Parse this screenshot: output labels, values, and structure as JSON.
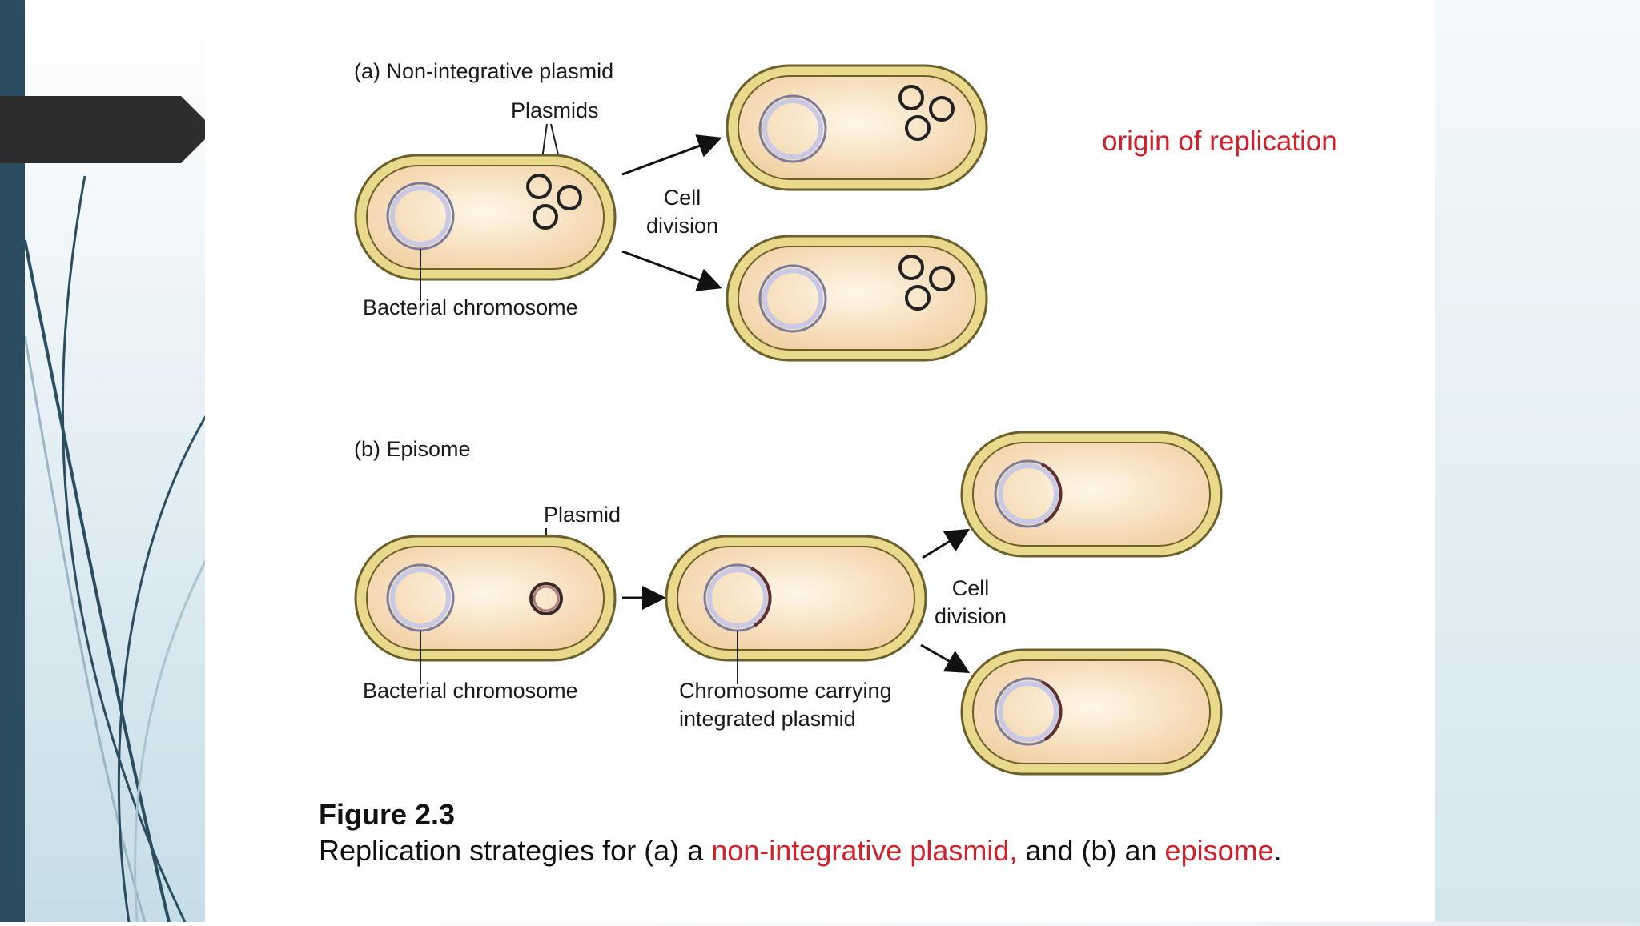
{
  "panel_a": {
    "heading": "(a) Non-integrative plasmid",
    "plasmids_label": "Plasmids",
    "chromosome_label": "Bacterial chromosome",
    "division_label": [
      "Cell",
      "division"
    ]
  },
  "panel_b": {
    "heading": "(b) Episome",
    "plasmid_label": "Plasmid",
    "chromosome_label": "Bacterial chromosome",
    "integrated_label": [
      "Chromosome carrying",
      "integrated plasmid"
    ],
    "division_label": [
      "Cell",
      "division"
    ]
  },
  "annotation": "origin of replication",
  "caption": {
    "figure_label": "Figure 2.3",
    "text_1": "Replication strategies for (a) a ",
    "highlight_1": "non-integrative plasmid,",
    "text_2": " and (b) an ",
    "highlight_2": "episome",
    "text_3": "."
  },
  "colors": {
    "cell_fill": "#f6dfb8",
    "cell_wall": "#d9c67a",
    "highlight_text": "#d0202a",
    "left_bar": "#2b4d5f"
  }
}
